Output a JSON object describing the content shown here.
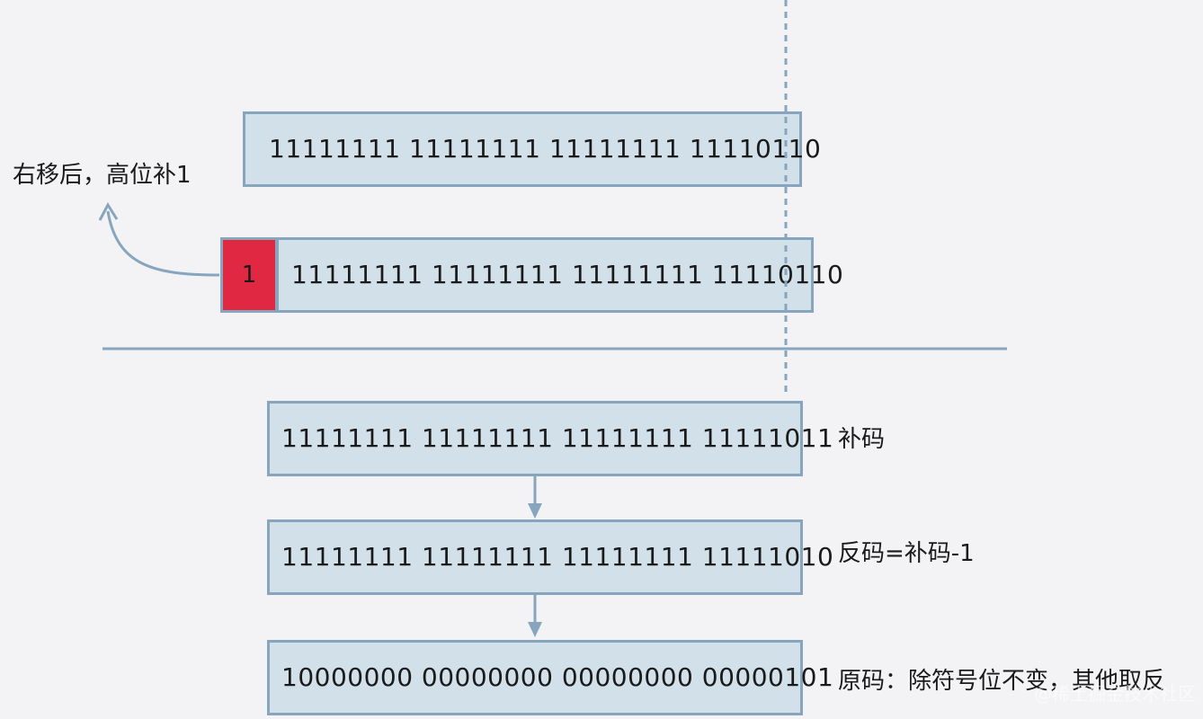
{
  "top_section": {
    "original_bits": "11111111 11111111 11111111 11110110",
    "shifted_bits": "11111111 11111111 11111111 11110110",
    "sign_bit": "1",
    "shift_note": "右移后，高位补1"
  },
  "bottom_section": {
    "complement": {
      "bits": "11111111 11111111 11111111 11111011",
      "label": "补码"
    },
    "ones_complement": {
      "bits": "11111111 11111111 11111111 11111010",
      "label": "反码=补码-1"
    },
    "original": {
      "bits": "10000000 00000000 00000000 00000101",
      "label": "原码：除符号位不变，其他取反"
    }
  },
  "watermark": "@稀土掘金技术社区",
  "colors": {
    "box_fill": "#d2e0ea",
    "box_border": "#87a5bd",
    "sign_fill": "#e12843",
    "line": "#87a5bd",
    "background": "#f3f3f6"
  }
}
